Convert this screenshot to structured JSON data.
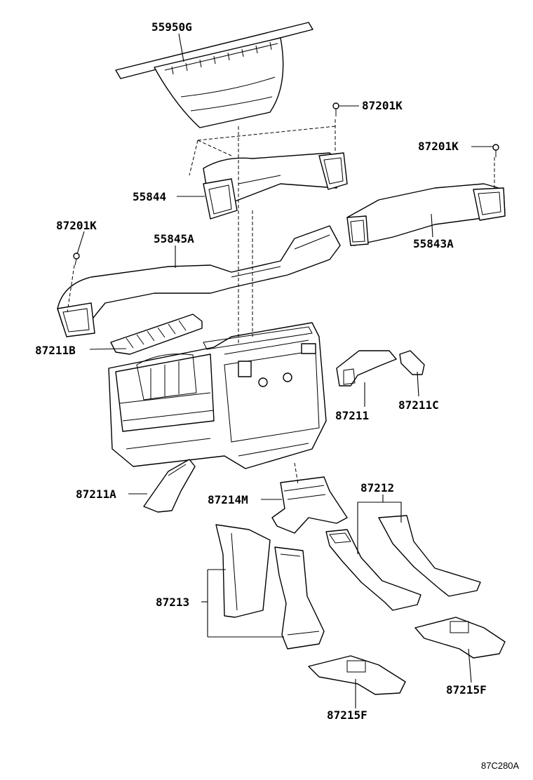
{
  "labels": {
    "p55950g": "55950G",
    "p87201k_a": "87201K",
    "p87201k_b": "87201K",
    "p55844": "55844",
    "p87201k_c": "87201K",
    "p55845a": "55845A",
    "p55843a": "55843A",
    "p87211b": "87211B",
    "p87211": "87211",
    "p87211c": "87211C",
    "p87211a": "87211A",
    "p87214m": "87214M",
    "p87212": "87212",
    "p87213": "87213",
    "p87215f_a": "87215F",
    "p87215f_b": "87215F"
  },
  "reference_code": "87C280A"
}
